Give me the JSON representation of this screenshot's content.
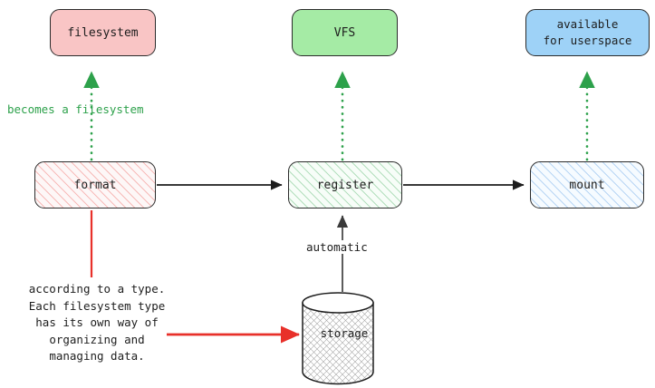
{
  "diagram": {
    "title": "filesystem lifecycle flow",
    "colors": {
      "pink_fill": "#f9c5c5",
      "green_fill": "#a5eba5",
      "blue_fill": "#9ed2f7",
      "red_accent": "#e8302a",
      "green_accent": "#2da14b",
      "blue_accent": "#2980dd",
      "edge_dark": "#2b2b2b",
      "edge_gray": "#555555"
    },
    "nodes": [
      {
        "id": "filesystem",
        "label": "filesystem",
        "style": "solid-pink",
        "row": "top"
      },
      {
        "id": "vfs",
        "label": "VFS",
        "style": "solid-green",
        "row": "top"
      },
      {
        "id": "userspace",
        "label": "available\nfor userspace",
        "style": "solid-blue",
        "row": "top"
      },
      {
        "id": "format",
        "label": "format",
        "style": "hatch-red",
        "row": "middle"
      },
      {
        "id": "register",
        "label": "register",
        "style": "hatch-green",
        "row": "middle"
      },
      {
        "id": "mount",
        "label": "mount",
        "style": "hatch-blue",
        "row": "middle"
      },
      {
        "id": "storage",
        "label": "storage",
        "style": "cylinder-crosshatch",
        "row": "bottom"
      }
    ],
    "edges": [
      {
        "id": "format-to-filesystem",
        "from": "format",
        "to": "filesystem",
        "label": "becomes a filesystem",
        "kind": "dotted",
        "color": "#2da14b"
      },
      {
        "id": "register-to-vfs",
        "from": "register",
        "to": "vfs",
        "label": "",
        "kind": "dotted",
        "color": "#2da14b"
      },
      {
        "id": "mount-to-userspace",
        "from": "mount",
        "to": "userspace",
        "label": "",
        "kind": "dotted",
        "color": "#2da14b"
      },
      {
        "id": "format-to-register",
        "from": "format",
        "to": "register",
        "label": "",
        "kind": "solid",
        "color": "#2b2b2b"
      },
      {
        "id": "register-to-mount",
        "from": "register",
        "to": "mount",
        "label": "",
        "kind": "solid",
        "color": "#2b2b2b"
      },
      {
        "id": "storage-to-register",
        "from": "storage",
        "to": "register",
        "label": "automatic",
        "kind": "solid",
        "color": "#555555"
      },
      {
        "id": "note-to-format",
        "from": "note",
        "to": "format",
        "label": "",
        "kind": "solid",
        "color": "#e8302a"
      },
      {
        "id": "note-to-storage",
        "from": "note",
        "to": "storage",
        "label": "",
        "kind": "solid",
        "color": "#e8302a"
      }
    ],
    "labels": {
      "becomes_a_filesystem": "becomes a filesystem",
      "automatic": "automatic",
      "storage": "storage"
    },
    "note": {
      "id": "format-note",
      "text": "according to a type.\nEach filesystem type\nhas its own way of\norganizing and\nmanaging data."
    },
    "node_labels": {
      "filesystem": "filesystem",
      "vfs": "VFS",
      "userspace": "available\nfor userspace",
      "format": "format",
      "register": "register",
      "mount": "mount",
      "storage": "storage"
    }
  }
}
